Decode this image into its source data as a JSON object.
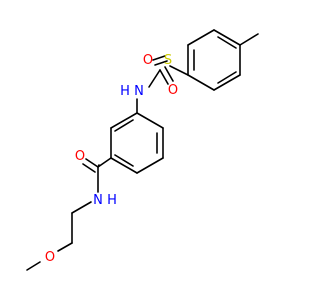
{
  "colors": {
    "bond": "#000000",
    "oxygen": "#ff0000",
    "nitrogen": "#0000ff",
    "sulfur": "#cccc00",
    "background": "#ffffff"
  },
  "atoms": {
    "sulfonyl_o_left": "O",
    "sulfonyl_o_bottom": "O",
    "sulfur": "S",
    "sulfonamide_n": "N",
    "sulfonamide_h": "H",
    "carbonyl_o": "O",
    "amide_n": "N",
    "amide_h": "H",
    "ether_o": "O"
  }
}
